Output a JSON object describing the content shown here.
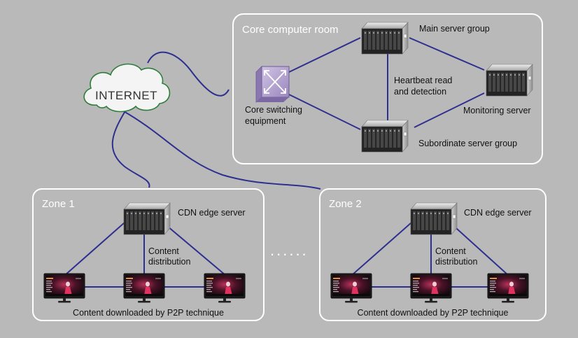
{
  "core_room": {
    "title": "Core computer room",
    "main_server_label": "Main server group",
    "heartbeat_label_line1": "Heartbeat read",
    "heartbeat_label_line2": "and detection",
    "monitoring_label": "Monitoring server",
    "switch_label_line1": "Core switching",
    "switch_label_line2": "equipment",
    "subordinate_label": "Subordinate server group"
  },
  "internet": {
    "label": "INTERNET"
  },
  "zones": [
    {
      "title": "Zone 1",
      "edge_server_label": "CDN edge server",
      "distribution_line1": "Content",
      "distribution_line2": "distribution",
      "caption": "Content downloaded by P2P technique"
    },
    {
      "title": "Zone 2",
      "edge_server_label": "CDN edge server",
      "distribution_line1": "Content",
      "distribution_line2": "distribution",
      "caption": "Content downloaded by P2P technique"
    }
  ],
  "separator": "......",
  "colors": {
    "background": "#b9b9b9",
    "box_border": "#ffffff",
    "link": "#2e2f8f",
    "switch": "#b3a3cf",
    "server": "#2a2a2a",
    "screen_accent": "#d0205a"
  },
  "icons": [
    "cloud-icon",
    "switch-icon",
    "server-icon",
    "monitor-icon"
  ]
}
